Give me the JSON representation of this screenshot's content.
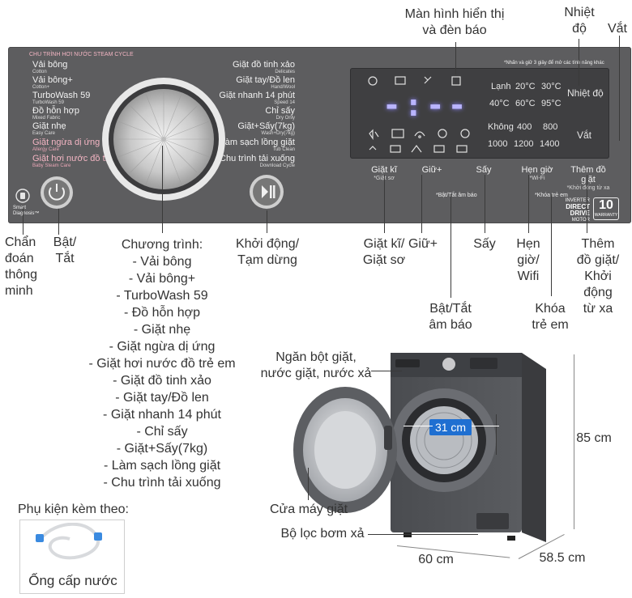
{
  "callouts": {
    "display": "Màn hình hiển thị\nvà đèn báo",
    "temp": "Nhiệt\nđộ",
    "spin": "Vắt",
    "smart_diagnosis": "Chẩn\nđoán\nthông\nminh",
    "power": "Bật/\nTắt",
    "start_pause": "Khởi động/\nTạm dừng",
    "prewash": "Giặt kĩ/\nGiặt sơ",
    "hold": "Giữ+",
    "dry": "Sấy",
    "timer": "Hẹn\ngiờ/\nWifi",
    "add_item": "Thêm\nđồ giặt/\nKhởi\nđộng\ntừ xa",
    "beep": "Bật/Tắt\nâm báo",
    "child_lock": "Khóa\ntrẻ em"
  },
  "programs": {
    "heading": "Chương trình:",
    "items": [
      "- Vải bông",
      "- Vải bông+",
      "- TurboWash 59",
      "- Đồ hỗn hợp",
      "- Giặt nhẹ",
      "- Giặt ngừa dị ứng",
      "- Giặt hơi nước đồ trẻ em",
      "- Giặt đồ tinh xảo",
      "- Giặt tay/Đồ len",
      "- Giặt nhanh 14 phút",
      "- Chỉ sấy",
      "- Giặt+Sấy(7kg)",
      "- Làm sạch lồng giặt",
      "- Chu trình tải xuống"
    ]
  },
  "panel": {
    "steam_header": "CHU TRÌNH HƠI NƯỚC STEAM CYCLE",
    "note": "*Nhấn và giữ 3 giây để mở các tính năng khác",
    "left_programs": [
      {
        "vi": "Vải bông",
        "en": "Cotton"
      },
      {
        "vi": "Vải bông+",
        "en": "Cotton+"
      },
      {
        "vi": "TurboWash 59",
        "en": "TurboWash 59"
      },
      {
        "vi": "Đồ hỗn hợp",
        "en": "Mixed Fabric"
      },
      {
        "vi": "Giặt nhẹ",
        "en": "Easy Care"
      },
      {
        "vi": "Giặt ngừa dị ứng",
        "en": "Allergy Care"
      },
      {
        "vi": "Giặt hơi nước đồ trẻ em",
        "en": "Baby Steam Care"
      }
    ],
    "right_programs": [
      {
        "vi": "Giặt đồ tinh xảo",
        "en": "Delicates"
      },
      {
        "vi": "Giặt tay/Đồ len",
        "en": "Hand/Wool"
      },
      {
        "vi": "Giặt nhanh 14 phút",
        "en": "Speed 14"
      },
      {
        "vi": "Chỉ sấy",
        "en": "Dry Only"
      },
      {
        "vi": "Giặt+Sấy(7kg)",
        "en": "Wash+Dry(7kg)"
      },
      {
        "vi": "Làm sạch lồng giặt",
        "en": "Tub Clean"
      },
      {
        "vi": "Chu trình tải xuống",
        "en": "Download Cycle"
      }
    ],
    "smart_label": "Smart\nDiagnosis™",
    "display_digits": "-:--",
    "temp_label": "Nhiệt độ",
    "spin_label": "Vắt",
    "temp_values": [
      "Lạnh",
      "20°C",
      "30°C",
      "40°C",
      "60°C",
      "95°C"
    ],
    "spin_values": [
      "Không",
      "400",
      "800",
      "1000",
      "1200",
      "1400"
    ],
    "buttons": [
      {
        "label": "Giặt kĩ",
        "sub": "*Giặt sơ"
      },
      {
        "label": "Giữ+",
        "sub": ""
      },
      {
        "label": "Sấy",
        "sub": ""
      },
      {
        "label": "Hẹn giờ",
        "sub": "*Wi-Fi"
      },
      {
        "label": "Thêm đồ giặt",
        "sub": "*Khởi động từ xa"
      }
    ],
    "beep_label": "*Bật/Tắt âm báo",
    "child_lock_label": "*Khóa trẻ em",
    "inverter": "INVERTER",
    "direct_drive": "DIRECT DRIVE",
    "motor": "MOTOR",
    "warranty_num": "10",
    "warranty_txt": "WARRANTY"
  },
  "machine": {
    "detergent": "Ngăn bột giặt,\nnước giặt, nước xả",
    "door": "Cửa máy giặt",
    "filter": "Bộ lọc bơm xả",
    "diameter": "31 cm",
    "height": "85 cm",
    "width": "60 cm",
    "depth": "58.5 cm"
  },
  "accessories": {
    "heading": "Phụ kiện kèm theo:",
    "hose": "Ống cấp nước"
  },
  "colors": {
    "panel": "#5d5d5f",
    "display_glow": "#b9b4ff",
    "dimension_badge": "#1f6fd1"
  }
}
